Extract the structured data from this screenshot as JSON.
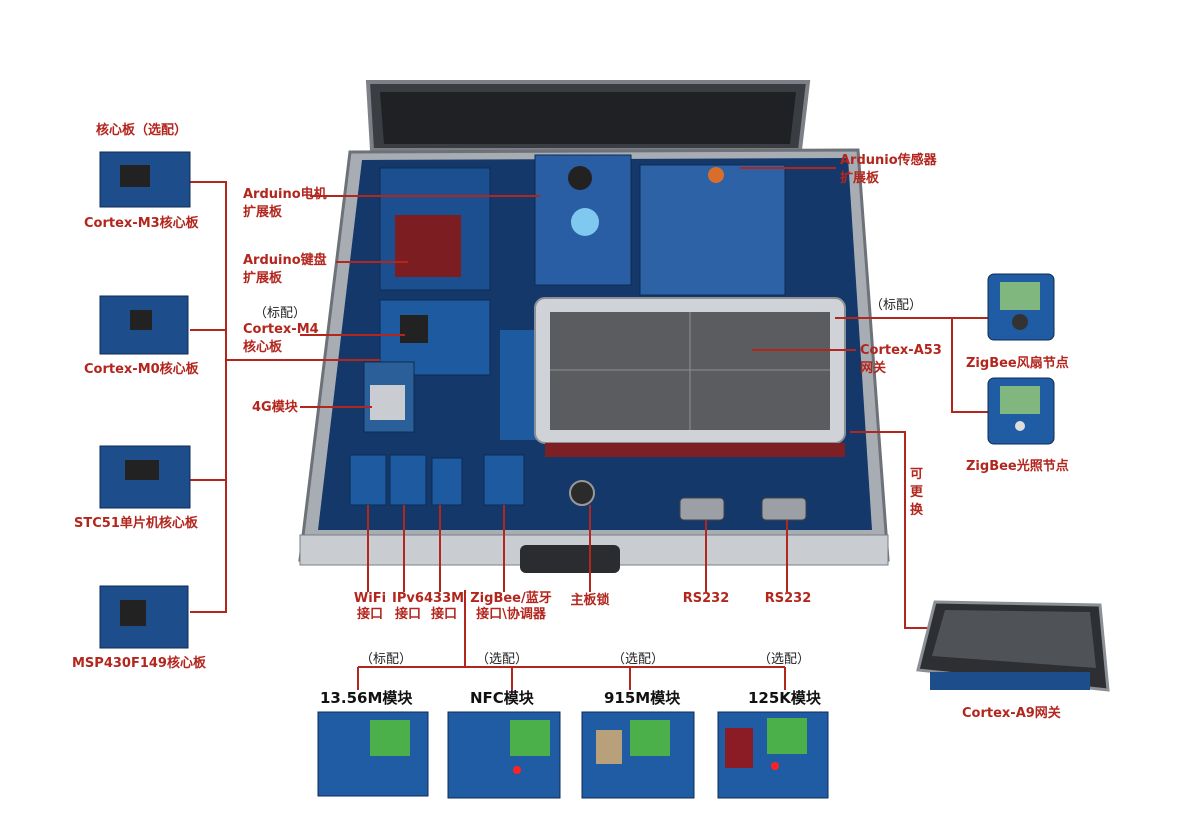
{
  "labels": {
    "core_board_optional": "核心板（选配）",
    "cortex_m3": "Cortex-M3核心板",
    "cortex_m0": "Cortex-M0核心板",
    "stc51": "STC51单片机核心板",
    "msp430": "MSP430F149核心板",
    "arduino_motor_1": "Arduino电机",
    "arduino_motor_2": "扩展板",
    "arduino_keypad_1": "Arduino键盘",
    "arduino_keypad_2": "扩展板",
    "std_m4": "（标配）",
    "cortex_m4_1": "Cortex-M4",
    "cortex_m4_2": "核心板",
    "module_4g": "4G模块",
    "arduino_sensor_1": "Ardunio传感器",
    "arduino_sensor_2": "扩展板",
    "std_zigbee": "（标配）",
    "cortex_a53_1": "Cortex-A53",
    "cortex_a53_2": "网关",
    "zigbee_fan": "ZigBee风扇节点",
    "zigbee_light": "ZigBee光照节点",
    "replaceable": [
      "可",
      "更",
      "换"
    ],
    "wifi_1": "WiFi",
    "wifi_2": "接口",
    "ipv6_1": "IPv6",
    "ipv6_2": "接口",
    "m433_1": "433M",
    "m433_2": "接口",
    "zb_bt_1": "ZigBee/蓝牙",
    "zb_bt_2": "接口\\协调器",
    "main_lock": "主板锁",
    "rs232_a": "RS232",
    "rs232_b": "RS232",
    "cortex_a9": "Cortex-A9网关",
    "tag_std": "（标配）",
    "tag_opt1": "（选配）",
    "tag_opt2": "（选配）",
    "tag_opt3": "（选配）",
    "mod_1356": "13.56M模块",
    "mod_nfc": "NFC模块",
    "mod_915": "915M模块",
    "mod_125k": "125K模块"
  },
  "colors": {
    "label_red": "#b3261e",
    "leader_line": "#b3261e",
    "board_blue": "#1b4f8c",
    "case_gray": "#9aa0a6"
  }
}
